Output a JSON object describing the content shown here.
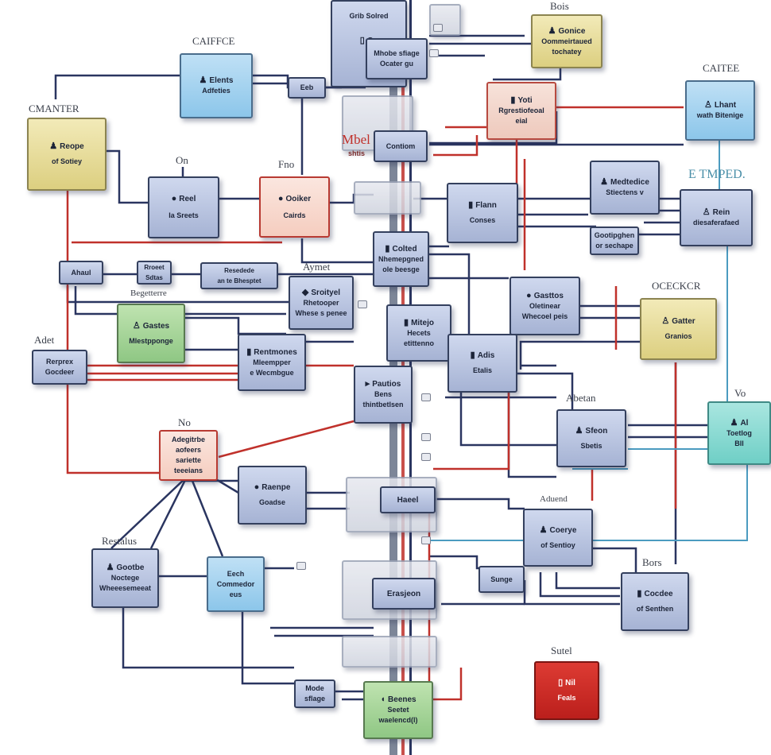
{
  "captions": {
    "bois": "Bois",
    "caffe": "CAIFFCE",
    "caitee": "CAITEE",
    "cmanter": "CMANTER",
    "on": "On",
    "fro": "Fno",
    "etmped": "E TMPED.",
    "aymet": "Aymet",
    "begettere": "Begetterre",
    "ocecr": "OCECKCR",
    "adet": "Adet",
    "abetan": "Abetan",
    "vo": "Vo",
    "no": "No",
    "aduend": "Aduend",
    "restaus": "Restalus",
    "bors": "Bors",
    "sutel": "Sutel",
    "mbel": "Mbel"
  },
  "nodes": {
    "top_stack": {
      "l1": "Grib Solred",
      "l2": ""
    },
    "gc": {
      "l1": "Gc",
      "l2": ""
    },
    "mid_top": {
      "l1": "Mhobe sfiage",
      "l2": "Ocater gu"
    },
    "elents": {
      "l1": "Elents",
      "l2": "Adfeties"
    },
    "eeb": {
      "l1": "Eeb",
      "l2": ""
    },
    "gonice": {
      "l1": "Gonice",
      "l2": "Oommeirtaued"
    },
    "gonice_l3": {
      "l1": "tochatey",
      "l2": ""
    },
    "yoti": {
      "l1": "Yoti",
      "l2": "Rgrestiofeoal"
    },
    "yoti_l3": {
      "l1": "eial",
      "l2": ""
    },
    "lhant": {
      "l1": "Lhant",
      "l2": "wath Bitenige"
    },
    "reope": {
      "l1": "Reope",
      "l2": "of Sotiey"
    },
    "contiom": {
      "l1": "Contiom",
      "l2": ""
    },
    "mbel_box": {
      "l1": "shtis",
      "l2": ""
    },
    "reel": {
      "l1": "Reel",
      "l2": "Ia Sreets"
    },
    "ooiker": {
      "l1": "Ooiker",
      "l2": "Cairds"
    },
    "flann": {
      "l1": "Flann",
      "l2": "Conses"
    },
    "medtice": {
      "l1": "Medtedice",
      "l2": "Stiectens v"
    },
    "rein": {
      "l1": "Rein",
      "l2": "diesaferafaed"
    },
    "gootpher": {
      "l1": "Gootipghen",
      "l2": "or sechape"
    },
    "ahaul": {
      "l1": "Ahaul",
      "l2": ""
    },
    "rroeet": {
      "l1": "Rroeet",
      "l2": "Sdtas"
    },
    "resedede": {
      "l1": "Resedede",
      "l2": "an te Bhesptet"
    },
    "colted": {
      "l1": "Colted",
      "l2": "Nhemepgned"
    },
    "colted_l3": {
      "l1": "ole beesge",
      "l2": ""
    },
    "sroityel": {
      "l1": "Sroityel",
      "l2": "Rhetooper"
    },
    "sroityel_l3": {
      "l1": "Whese s penee",
      "l2": ""
    },
    "gasttos": {
      "l1": "Gasttos",
      "l2": "Oletinear"
    },
    "gasttos_l3": {
      "l1": "Whecoel peis",
      "l2": ""
    },
    "gatter": {
      "l1": "Gatter",
      "l2": "Granios"
    },
    "gastes": {
      "l1": "Gastes",
      "l2": "Mlestpponge"
    },
    "mitejo": {
      "l1": "Mitejo",
      "l2": "Hecets"
    },
    "mitejo_l3": {
      "l1": "etittenno",
      "l2": ""
    },
    "adis": {
      "l1": "Adis",
      "l2": "Etalis"
    },
    "rerprex": {
      "l1": "Rerprex",
      "l2": "Gocdeer"
    },
    "rentmones": {
      "l1": "Rentmones",
      "l2": "Mleempper"
    },
    "rentmones_l3": {
      "l1": "e Wecmbgue",
      "l2": ""
    },
    "pautios": {
      "l1": "Pautios",
      "l2": "Bens"
    },
    "pautios_l3": {
      "l1": "thintbetlsen",
      "l2": ""
    },
    "sfeon": {
      "l1": "Sfeon",
      "l2": "Sbetis"
    },
    "al": {
      "l1": "Al",
      "l2": "Toetlog"
    },
    "al_l3": {
      "l1": "Bll",
      "l2": ""
    },
    "adaptit": {
      "l1": "Adegitrbe",
      "l2": "aofeers"
    },
    "adaptit_l3": {
      "l1": "sariette",
      "l2": "teeeians"
    },
    "raenpe": {
      "l1": "Raenpe",
      "l2": "Goadse"
    },
    "haeel": {
      "l1": "Haeel",
      "l2": ""
    },
    "coerye": {
      "l1": "Coerye",
      "l2": "of Sentioy"
    },
    "gootbe": {
      "l1": "Gootbe",
      "l2": "Noctege"
    },
    "gootbe_l3": {
      "l1": "Wheeesemeeat",
      "l2": ""
    },
    "eech": {
      "l1": "Eech",
      "l2": "Commedor"
    },
    "eech_l3": {
      "l1": "eus",
      "l2": ""
    },
    "sunge": {
      "l1": "Sunge",
      "l2": ""
    },
    "erasjeon": {
      "l1": "Erasjeon",
      "l2": ""
    },
    "cocdee": {
      "l1": "Cocdee",
      "l2": "of Senthen"
    },
    "mode": {
      "l1": "Mode",
      "l2": "sflage"
    },
    "beenes": {
      "l1": "Beenes",
      "l2": "Seetet"
    },
    "beenes_l3": {
      "l1": "waelencd(l)",
      "l2": ""
    },
    "nil": {
      "l1": "Nil",
      "l2": "Feals"
    }
  },
  "colors": {
    "wire_navy": "#2a3560",
    "wire_red": "#c0312b",
    "wire_teal": "#4b9bc0",
    "bus_gray": "#7d8698",
    "node_blue": "#b4bfdc",
    "node_yellow": "#e6dc98",
    "node_green": "#9dd08f",
    "node_teal": "#7fd6cd",
    "node_red": "#cc2a25"
  },
  "icons": [
    "person-icon",
    "document-icon",
    "gear-icon",
    "user-icon",
    "dot-icon"
  ]
}
